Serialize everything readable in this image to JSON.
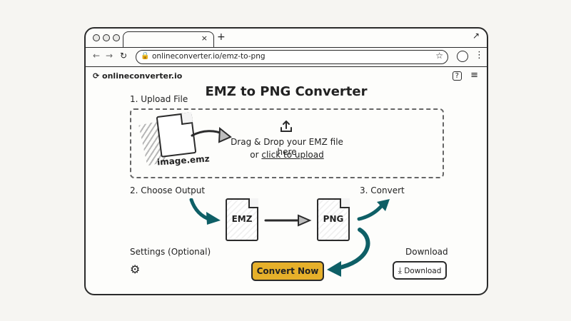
{
  "browser": {
    "url": "onlineconverter.io/emz-to-png",
    "controls": {
      "tab_close": "×",
      "new_tab": "+",
      "expand": "↗",
      "back": "←",
      "forward": "→",
      "reload": "↻",
      "lock": "🔒",
      "star": "☆",
      "menu": "⋮"
    }
  },
  "site": {
    "logo": "onlineconverter.io",
    "help_icon": "?",
    "menu_icon": "≡"
  },
  "page": {
    "title": "EMZ to PNG Converter",
    "step1": "1. Upload File",
    "file_name": "image.emz",
    "drop_text": "Drag & Drop your EMZ file here",
    "or_text": "or",
    "upload_link": "click to upload",
    "step2": "2. Choose Output",
    "input_format": "EMZ",
    "output_format": "PNG",
    "step3": "3. Convert",
    "settings_label": "Settings (Optional)",
    "convert_button": "Convert Now",
    "download_label": "Download",
    "download_button": "Download"
  },
  "icons": {
    "upload": "upload-icon",
    "settings": "gear-icon",
    "download": "download-icon"
  }
}
